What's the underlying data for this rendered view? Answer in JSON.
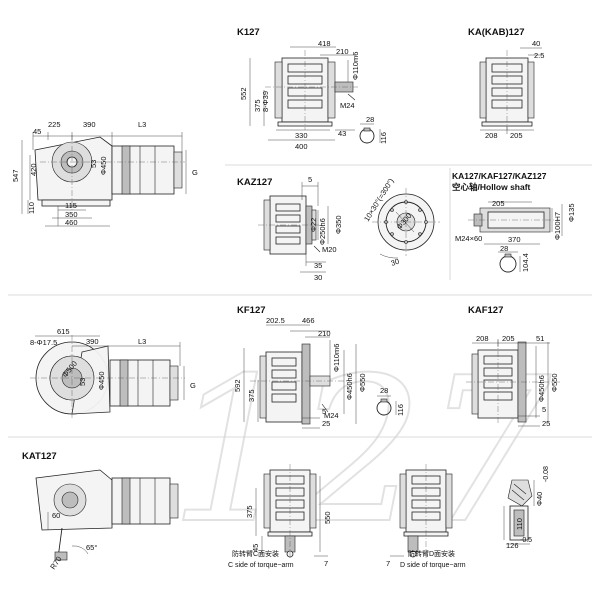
{
  "watermark": "127",
  "sections": {
    "k127": {
      "title": "K127",
      "dims": {
        "d418": "418",
        "d210": "210",
        "shaft": "Φ110m6",
        "d552": "552",
        "d375": "375",
        "holes": "8-Φ39",
        "d28": "28",
        "d116": "116",
        "d330": "330",
        "d43": "43",
        "d400": "400",
        "m24": "M24"
      }
    },
    "ka127": {
      "title": "KA(KAB)127",
      "dims": {
        "d40": "40",
        "d2_5": "2.5",
        "d208": "208",
        "d205": "205"
      }
    },
    "kaz127": {
      "title": "KAZ127",
      "dims": {
        "d5": "5",
        "d22": "Φ22",
        "d250": "Φ250h6",
        "d350": "Φ350",
        "m20": "M20",
        "d35": "35",
        "d30a": "30",
        "holes": "10×30°(=300°)",
        "d300": "Φ300",
        "d30b": "30"
      }
    },
    "hollow": {
      "title": "KA127/KAF127/KAZ127",
      "subtitle": "空心轴/Hollow shaft",
      "dims": {
        "d205": "205",
        "d135": "Φ135",
        "d100": "Φ100H7",
        "m24": "M24×60",
        "d370": "370",
        "d28": "28",
        "d104": "104.4"
      }
    },
    "left_top": {
      "dims": {
        "d45": "45",
        "d225": "225",
        "d390": "390",
        "l3": "L3",
        "d547": "547",
        "d420": "420",
        "d53": "53",
        "d450": "Φ450",
        "g": "G",
        "d110": "110",
        "d115": "115",
        "d350": "350",
        "d460": "460"
      }
    },
    "kf127": {
      "title": "KF127",
      "dims": {
        "d202": "202.5",
        "d466": "466",
        "d210": "210",
        "shaft": "Φ110m6",
        "d592": "592",
        "d375": "375",
        "d450": "Φ450h6",
        "d550": "Φ550",
        "m24": "M24",
        "d28": "28",
        "d116": "116",
        "d5": "5",
        "d25": "25"
      }
    },
    "kaf127": {
      "title": "KAF127",
      "dims": {
        "d208": "208",
        "d205": "205",
        "d51": "51",
        "d450": "Φ450h6",
        "d550": "Φ550",
        "d5": "5",
        "d25": "25"
      }
    },
    "left_mid": {
      "dims": {
        "d615": "615",
        "holes": "8-Φ17.5",
        "d390": "390",
        "l3": "L3",
        "d500": "Φ500",
        "d450": "Φ450",
        "d53": "53",
        "g": "G"
      }
    },
    "kat127": {
      "title": "KAT127",
      "dims": {
        "d60": "60",
        "r70": "R70",
        "ang": "65°",
        "d375": "375",
        "d45": "45",
        "d550": "550",
        "d7a": "7",
        "d7b": "7",
        "d40": "Φ40",
        "tol": "-0.08",
        "d110": "110",
        "d126": "126",
        "tol2": "-0.5"
      },
      "c_cn": "防转臂C面安装",
      "c_en": "C side of torque−arm",
      "d_cn": "防转臂D面安装",
      "d_en": "D side of torque−arm"
    }
  }
}
